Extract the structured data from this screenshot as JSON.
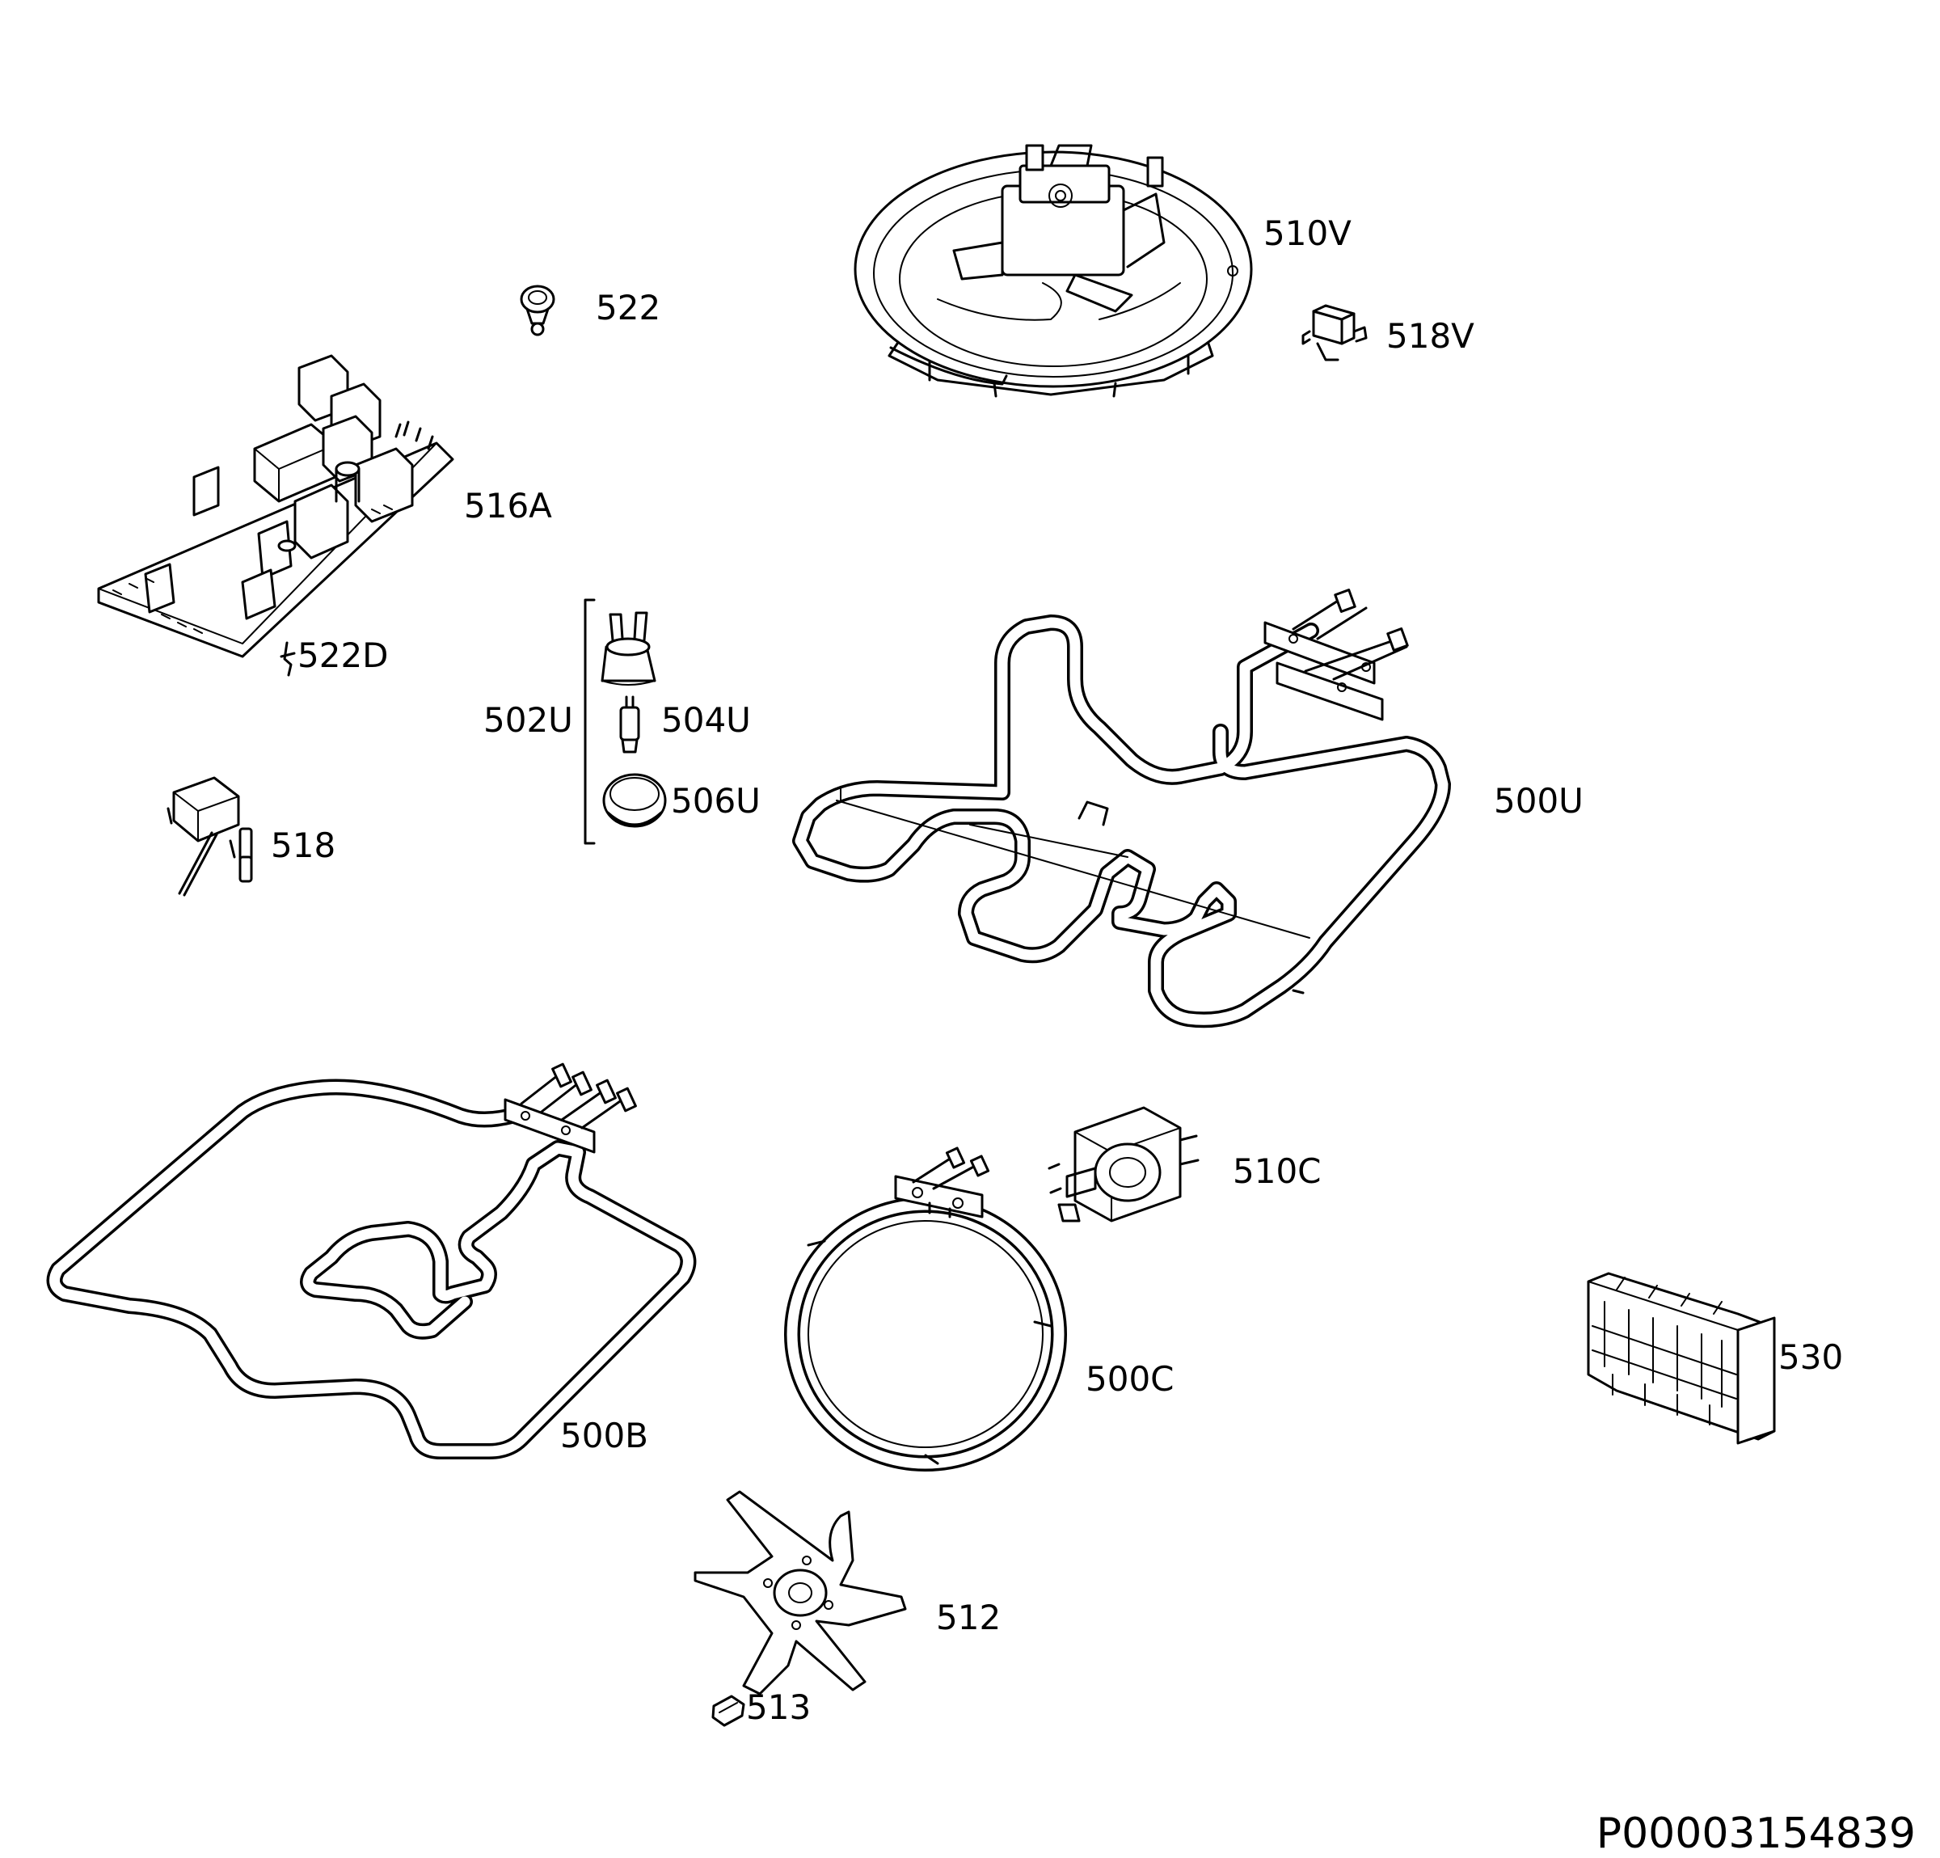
{
  "document_id": "P00003154839",
  "parts": [
    {
      "id": "510V",
      "label": "510V",
      "icon": "fan-motor-housing-icon"
    },
    {
      "id": "522",
      "label": "522",
      "icon": "cable-clip-icon"
    },
    {
      "id": "518V",
      "label": "518V",
      "icon": "thermostat-bracket-icon"
    },
    {
      "id": "516A",
      "label": "516A",
      "icon": "circuit-board-icon"
    },
    {
      "id": "522D",
      "label": "522D",
      "icon": "small-clip-icon"
    },
    {
      "id": "502U",
      "label": "502U",
      "icon": "lamp-assembly-bracket-icon"
    },
    {
      "id": "504U",
      "label": "504U",
      "icon": "lamp-bulb-icon"
    },
    {
      "id": "506U",
      "label": "506U",
      "icon": "lamp-cover-icon"
    },
    {
      "id": "500U",
      "label": "500U",
      "icon": "upper-heating-element-icon"
    },
    {
      "id": "518",
      "label": "518",
      "icon": "thermal-fuse-icon"
    },
    {
      "id": "510C",
      "label": "510C",
      "icon": "cooling-fan-motor-icon"
    },
    {
      "id": "500B",
      "label": "500B",
      "icon": "bottom-heating-element-icon"
    },
    {
      "id": "500C",
      "label": "500C",
      "icon": "circular-heating-element-icon"
    },
    {
      "id": "530",
      "label": "530",
      "icon": "terminal-block-icon"
    },
    {
      "id": "512",
      "label": "512",
      "icon": "fan-blade-icon"
    },
    {
      "id": "513",
      "label": "513",
      "icon": "nut-icon"
    }
  ]
}
